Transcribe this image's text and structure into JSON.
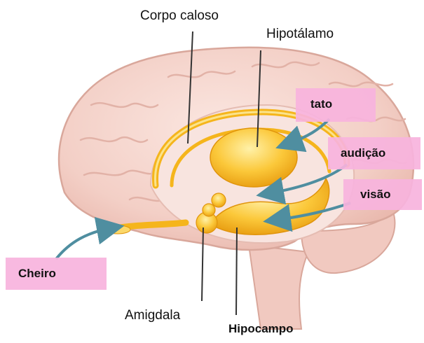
{
  "labels": {
    "corpo_caloso": "Corpo caloso",
    "hipotalamo": "Hipotálamo",
    "amigdala": "Amigdala",
    "hipocampo": "Hipocampo"
  },
  "sense_boxes": {
    "tato": "tato",
    "audicao": "audição",
    "visao": "visão",
    "cheiro": "Cheiro"
  },
  "colors": {
    "brain_fill": "#f6d9d2",
    "brain_outline": "#d9a79b",
    "limbic_yellow": "#f5b51c",
    "limbic_light": "#fbd86a",
    "arrow_teal": "#4f8ea0",
    "label_box": "#f7b3dd",
    "leader_line": "#333333"
  }
}
